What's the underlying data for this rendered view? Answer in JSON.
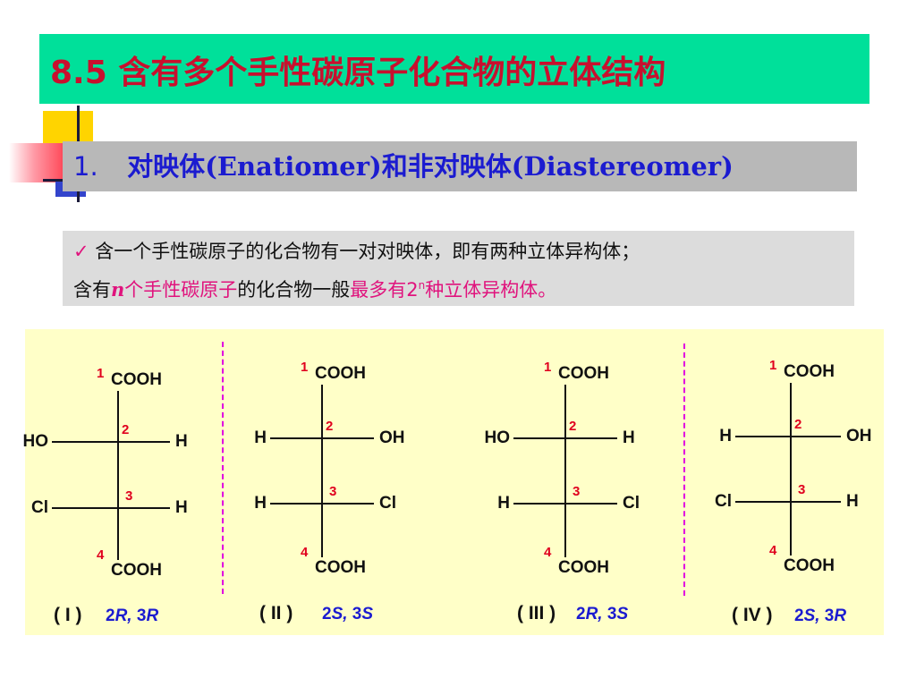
{
  "title": "8.5 含有多个手性碳原子化合物的立体结构",
  "subtitle": {
    "number": "1.",
    "zh1": "对映体",
    "en1": "(Enatiomer)",
    "zh2": "和非对映体",
    "en2": "(Diastereomer)"
  },
  "note": {
    "check": "✓",
    "line1": "含一个手性碳原子的化合物有一对对映体，即有两种立体异构体；",
    "line2_prefix": "含有",
    "line2_n": "n",
    "line2_mag1": "个手性碳原子",
    "line2_mid": "的化合物一般",
    "line2_mag2": "最多有2",
    "line2_sup": "n",
    "line2_mag3": "种立体异构体",
    "line2_end": "。"
  },
  "structures": [
    {
      "top": "COOH",
      "bottom": "COOH",
      "c2_left": "HO",
      "c2_right": "H",
      "c3_left": "Cl",
      "c3_right": "H",
      "n1": "1",
      "n2": "2",
      "n3": "3",
      "n4": "4",
      "roman": "( I )",
      "cfg_a": "2",
      "cfg_b": "R,",
      "cfg_c": " 3",
      "cfg_d": "R"
    },
    {
      "top": "COOH",
      "bottom": "COOH",
      "c2_left": "H",
      "c2_right": "OH",
      "c3_left": "H",
      "c3_right": "Cl",
      "n1": "1",
      "n2": "2",
      "n3": "3",
      "n4": "4",
      "roman": "( II )",
      "cfg_a": "2",
      "cfg_b": "S,",
      "cfg_c": " 3",
      "cfg_d": "S"
    },
    {
      "top": "COOH",
      "bottom": "COOH",
      "c2_left": "HO",
      "c2_right": "H",
      "c3_left": "H",
      "c3_right": "Cl",
      "n1": "1",
      "n2": "2",
      "n3": "3",
      "n4": "4",
      "roman": "( III )",
      "cfg_a": "2",
      "cfg_b": "R,",
      "cfg_c": " 3",
      "cfg_d": "S"
    },
    {
      "top": "COOH",
      "bottom": "COOH",
      "c2_left": "H",
      "c2_right": "OH",
      "c3_left": "Cl",
      "c3_right": "H",
      "n1": "1",
      "n2": "2",
      "n3": "3",
      "n4": "4",
      "roman": "( IV )",
      "cfg_a": "2",
      "cfg_b": "S,",
      "cfg_c": " 3",
      "cfg_d": "R"
    }
  ],
  "colors": {
    "title_bg": "#00e09a",
    "title_text": "#c8102e",
    "subtitle_text": "#1b1bd0",
    "accent": "#e0137d",
    "panel_bg": "#ffffc8"
  }
}
